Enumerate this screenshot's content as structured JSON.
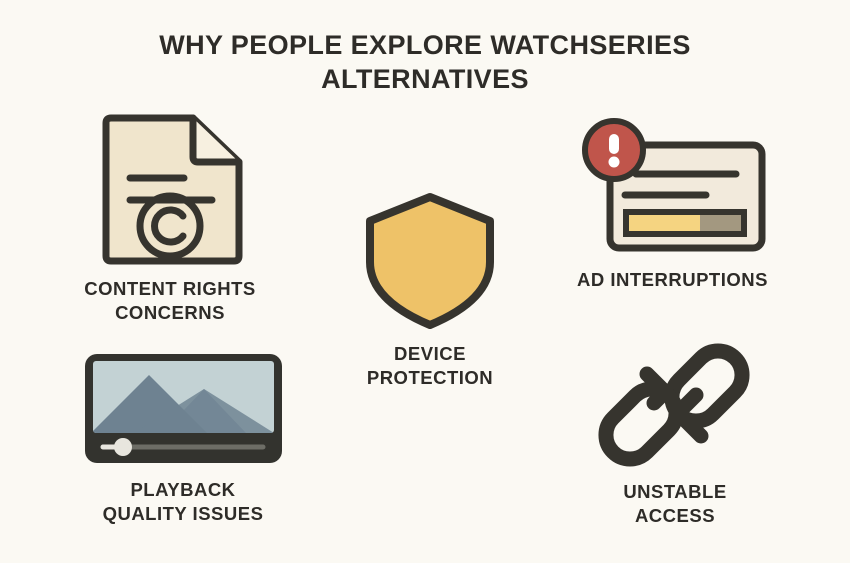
{
  "page": {
    "background_color": "#FBF9F3",
    "title_lines": [
      "WHY PEOPLE EXPLORE WATCHSERIES",
      "ALTERNATIVES"
    ],
    "title_full": "WHY PEOPLE EXPLORE WATCHSERIES ALTERNATIVES"
  },
  "palette": {
    "ink": "#36342E",
    "text": "#2E2C28",
    "paper_cream": "#F0E5CC",
    "paper_cream_light": "#F4ECD9",
    "card_cream": "#F2EADC",
    "amber": "#EEC268",
    "progress_yellow": "#F5D481",
    "progress_track": "#A39880",
    "alert_red": "#C0554B",
    "sky": "#C3D2D4",
    "mountain_dark": "#6E8291",
    "mountain_light": "#8B9CA9",
    "player_body": "#33332E",
    "scrub_track": "#6D6D66",
    "scrub_played": "#E8E6DE",
    "white": "#FFFFFF"
  },
  "items": [
    {
      "id": "content-rights",
      "icon": "copyright-document-icon",
      "label": "CONTENT RIGHTS\nCONCERNS"
    },
    {
      "id": "device-protection",
      "icon": "shield-icon",
      "label": "DEVICE\nPROTECTION"
    },
    {
      "id": "ad-interruptions",
      "icon": "ad-banner-alert-icon",
      "label": "AD INTERRUPTIONS"
    },
    {
      "id": "playback-quality",
      "icon": "video-player-icon",
      "label": "PLAYBACK\nQUALITY ISSUES"
    },
    {
      "id": "unstable-access",
      "icon": "broken-chain-icon",
      "label": "UNSTABLE\nACCESS"
    }
  ],
  "icon_details": {
    "ad_banner": {
      "progress_fill_percent": 63
    },
    "video_player": {
      "scrubber_position_percent": 12
    }
  }
}
